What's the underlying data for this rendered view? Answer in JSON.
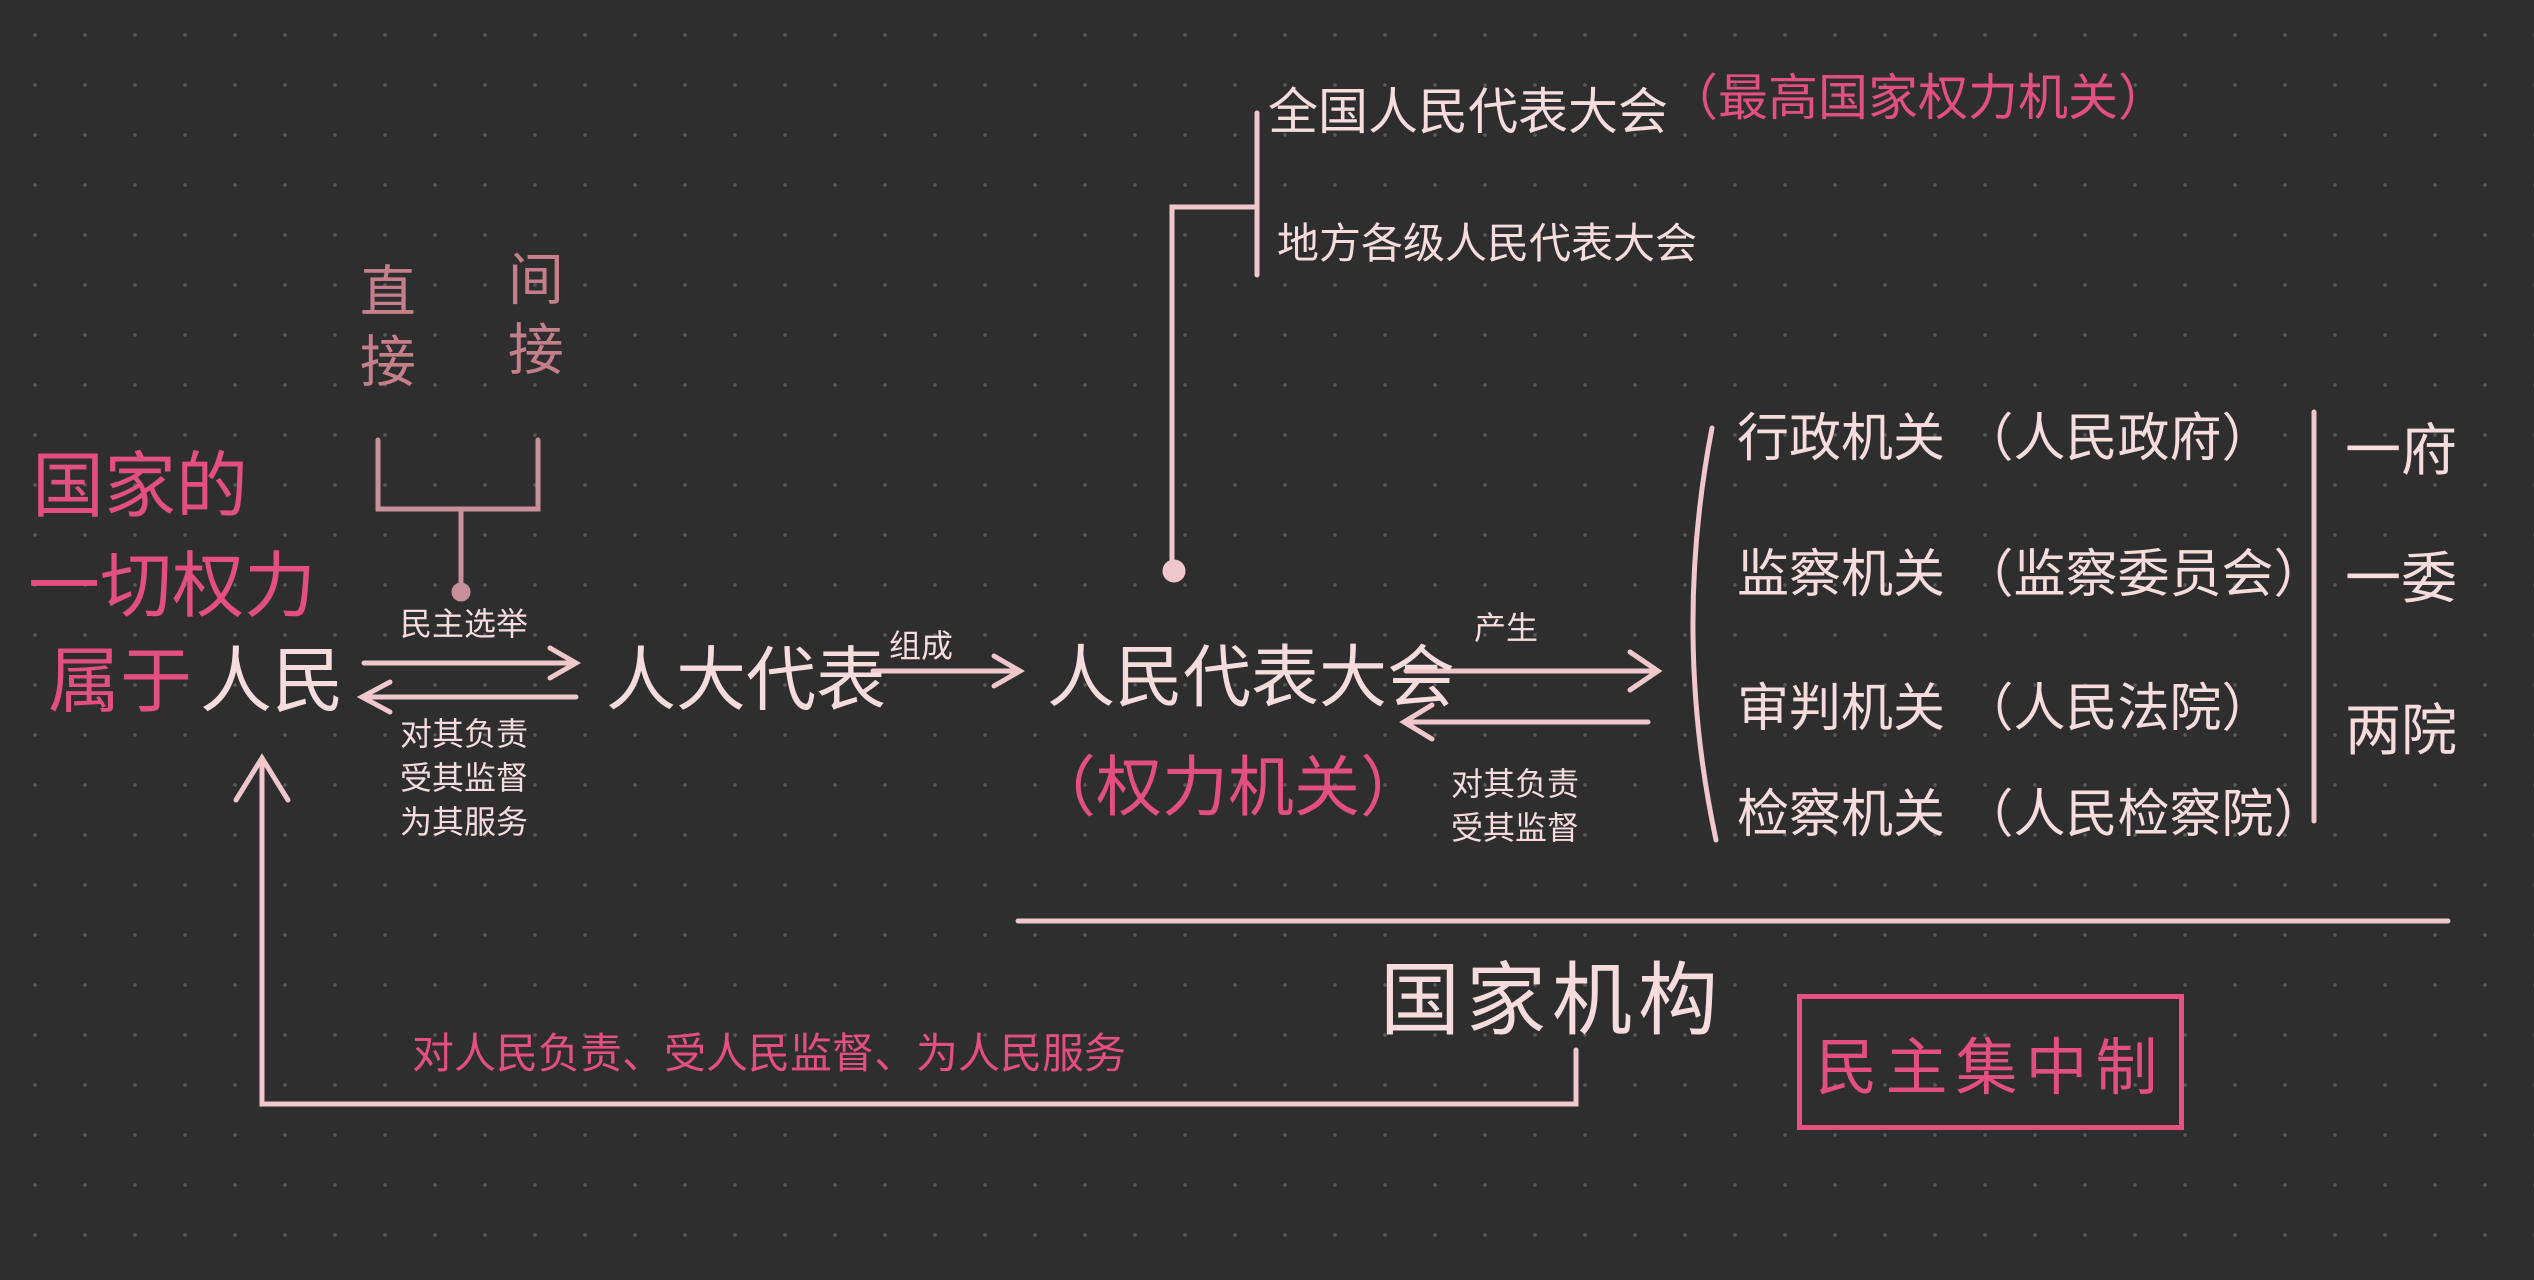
{
  "colors": {
    "background": "#2e2e2e",
    "main_text": "#f6dcdc",
    "accent_pink": "#e24f80",
    "muted_pink": "#c47f8b"
  },
  "top": {
    "national": "全国人民代表大会",
    "national_note": "（最高国家权力机关）",
    "local": "地方各级人民代表大会"
  },
  "election": {
    "direct": "直接",
    "indirect": "间接",
    "label": "民主选举"
  },
  "people": {
    "line1": "国家的",
    "line2": "一切权力",
    "line3": "属于",
    "people": "人民"
  },
  "rep_relation": [
    "对其负责",
    "受其监督",
    "为其服务"
  ],
  "deputies": "人大代表",
  "compose": "组成",
  "congress": {
    "name": "人民代表大会",
    "note": "（权力机关）"
  },
  "produce": "产生",
  "organ_relation": [
    "对其负责",
    "受其监督"
  ],
  "organs": [
    {
      "name": "行政机关",
      "detail": "（人民政府）"
    },
    {
      "name": "监察机关",
      "detail": "（监察委员会）"
    },
    {
      "name": "审判机关",
      "detail": "（人民法院）"
    },
    {
      "name": "检察机关",
      "detail": "（人民检察院）"
    }
  ],
  "groups": [
    "一府",
    "一委",
    "两院"
  ],
  "state_organs": "国家机构",
  "feedback": "对人民负责、受人民监督、为人民服务",
  "principle": "民主集中制"
}
